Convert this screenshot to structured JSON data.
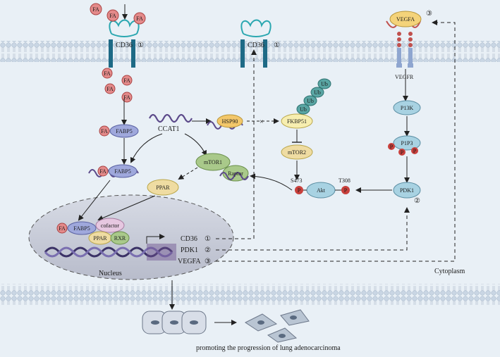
{
  "labels": {
    "fa": "FA",
    "cd36": "CD36",
    "circled_1": "①",
    "circled_2": "②",
    "circled_3": "③",
    "vegfa": "VEGFA",
    "vegfr": "VEGFR",
    "fabp5": "FABP5",
    "ccat1": "CCAT1",
    "hsp90": "HSP90",
    "fkbp51": "FKBP51",
    "ub": "Ub",
    "mtor2": "mTOR2",
    "mtor1": "mTOR1",
    "raptor": "Raptor",
    "ppar": "PPAR",
    "rxr": "RXR",
    "cofactor": "cofactor",
    "pi3k": "P13K",
    "pip3": "P1P3",
    "p": "P",
    "pdk1": "PDK1",
    "akt": "Akt",
    "s473": "S473",
    "t308": "T308",
    "nucleus": "Nucleus",
    "cytoplasm": "Cytoplasm",
    "gene_cd36": "CD36",
    "gene_pdk1": "PDK1",
    "gene_vegfa": "VEGFA",
    "outcome": "promoting the progression of lung adenocarcinoma"
  },
  "colors": {
    "background": "#e9f0f6",
    "membrane_head": "#c9d6e4",
    "fa_circle": "#e48a8a",
    "fabp5": "#9fa8dc",
    "hsp90": "#f3c76a",
    "fkbp51": "#f7eeb0",
    "ub": "#5aa6a4",
    "mtor": "#a9c98a",
    "ppar": "#efdca2",
    "cofactor": "#e6c7e0",
    "kinase": "#a8d2e2",
    "phospho": "#c8403c",
    "nucleus": "#c9cedb",
    "dna_a": "#3b3266",
    "dna_b": "#7a6fb0",
    "receptor": "#1e6a86",
    "vegfa": "#f4d37a"
  },
  "icons": [
    "cd36-receptor-icon",
    "vegfr-receptor-icon",
    "dna-helix-icon",
    "rna-strand-icon",
    "cell-cluster-icon",
    "spread-cells-icon"
  ]
}
